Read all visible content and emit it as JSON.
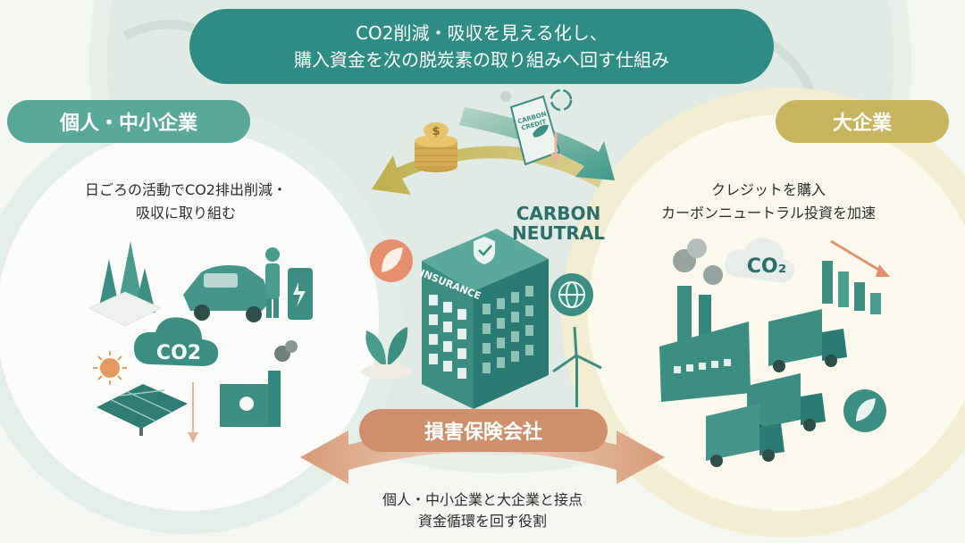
{
  "top_banner": {
    "line1": "CO2削減・吸収を見える化し、",
    "line2": "購入資金を次の脱炭素の取り組みへ回す仕組み"
  },
  "left": {
    "label": "個人・中小企業",
    "desc_line1": "日ごろの活動でCO2排出削減・",
    "desc_line2": "吸収に取り組む",
    "co2_label": "CO2"
  },
  "right": {
    "label": "大企業",
    "desc_line1": "クレジットを購入",
    "desc_line2": "カーボンニュートラル投資を加速",
    "co2_label": "CO₂"
  },
  "center": {
    "label": "損害保険会社",
    "building_sign": "INSURANCE",
    "carbon_neutral_line1": "CARBON",
    "carbon_neutral_line2": "NEUTRAL",
    "credit_line1": "CARBON",
    "credit_line2": "CREDIT",
    "coin_symbol": "$"
  },
  "bottom": {
    "line1": "個人・中小企業と大企業と接点",
    "line2": "資金循環を回す役割"
  },
  "colors": {
    "teal": "#2f8c84",
    "teal_dark": "#2b7a73",
    "gold": "#c7b560",
    "orange": "#cf8f6d",
    "left_bg": "#dfece6",
    "right_bg": "#f1eccd"
  },
  "icons": [
    "tree-icon",
    "car-icon",
    "charger-icon",
    "sun-icon",
    "solar-panel-icon",
    "co2-cloud-icon",
    "factory-icon",
    "coins-icon",
    "carbon-credit-icon",
    "recycle-icon",
    "leaf-icon",
    "globe-icon",
    "wind-turbine-icon",
    "truck-icon",
    "bar-chart-icon",
    "building-icon"
  ]
}
